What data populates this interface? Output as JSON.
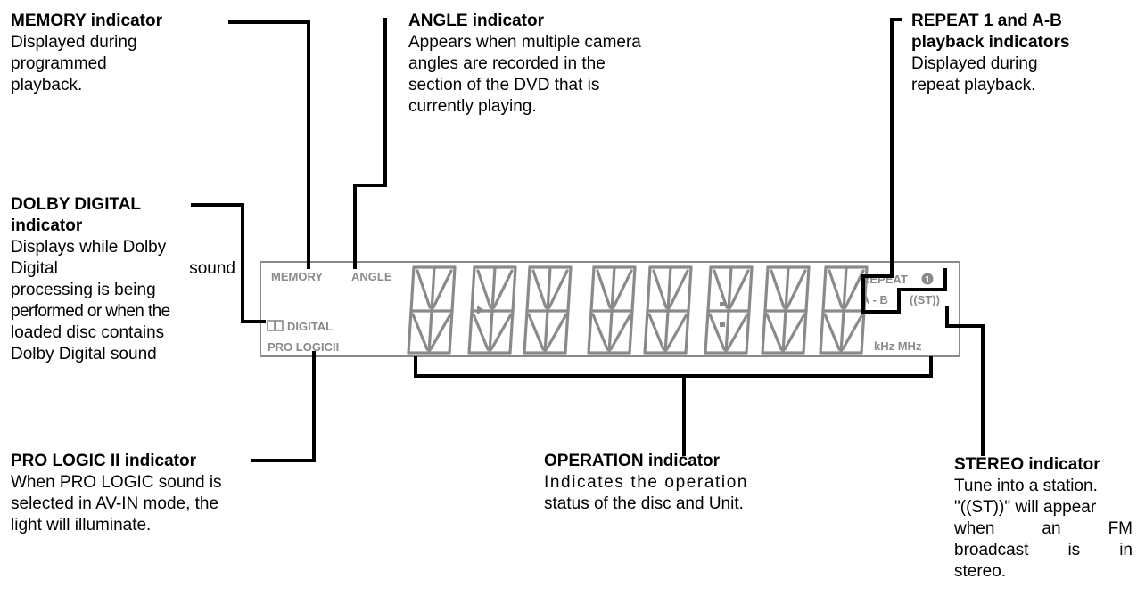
{
  "callouts": {
    "memory": {
      "title": "MEMORY indicator",
      "lines": [
        "Displayed during",
        "programmed",
        "playback."
      ]
    },
    "angle": {
      "title": "ANGLE indicator",
      "lines": [
        "Appears when multiple camera",
        "angles are recorded in the",
        "section of the DVD that is",
        "currently playing."
      ]
    },
    "repeat": {
      "title_lines": [
        "REPEAT 1 and A-B",
        "playback indicators"
      ],
      "lines": [
        "Displayed during",
        "repeat playback."
      ]
    },
    "dolby": {
      "title_lines": [
        "DOLBY DIGITAL",
        "indicator"
      ],
      "lines": [
        "Displays while Dolby",
        "Digital sound",
        "processing is being",
        "performed or when the",
        "loaded disc contains",
        "Dolby Digital sound"
      ]
    },
    "prologic": {
      "title": "PRO LOGIC II indicator",
      "lines": [
        "When PRO LOGIC sound is",
        "selected in AV-IN mode, the",
        "light will illuminate."
      ]
    },
    "operation": {
      "title": "OPERATION indicator",
      "lines": [
        "Indicates the operation",
        "status of the disc and Unit."
      ]
    },
    "stereo": {
      "title": "STEREO indicator",
      "lines": [
        "Tune into a station.",
        "\"((ST))\" will appear",
        "when an FM",
        "broadcast is in",
        "stereo."
      ]
    }
  },
  "lcd": {
    "memory": "MEMORY",
    "angle": "ANGLE",
    "digital": "DIGITAL",
    "prologic": "PRO LOGIC",
    "prologic_numeral": "II",
    "repeat": "REPEAT",
    "repeat_one": "1",
    "ab": "A - B",
    "stereo": "((ST))",
    "units": "kHz MHz"
  },
  "colors": {
    "lcd_gray": "#8a8a8a",
    "line": "#000000"
  }
}
